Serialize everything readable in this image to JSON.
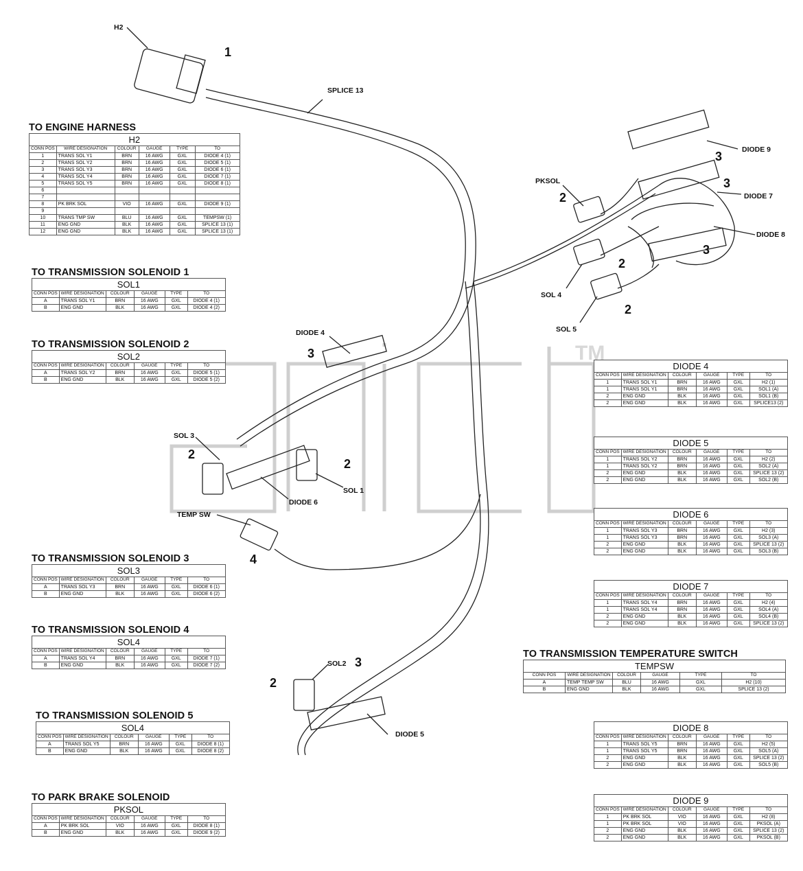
{
  "callouts": {
    "h2": "H2",
    "splice13": "SPLICE 13",
    "diode9": "DIODE 9",
    "diode7": "DIODE 7",
    "diode8": "DIODE 8",
    "pksol": "PKSOL",
    "sol4": "SOL 4",
    "sol5": "SOL 5",
    "diode4": "DIODE 4",
    "sol3": "SOL 3",
    "sol1": "SOL 1",
    "diode6": "DIODE 6",
    "tempsw": "TEMP SW",
    "sol2": "SOL2",
    "diode5": "DIODE 5"
  },
  "item_numbers": {
    "connector": "1",
    "plug": "2",
    "diode": "3",
    "switch": "4"
  },
  "watermark": "TM",
  "tables": [
    {
      "id": "h2",
      "title": "TO ENGINE HARNESS",
      "caption": "H2",
      "header": [
        "CONN POS",
        "WIRE DESIGNATION",
        "COLOUR",
        "GAUGE",
        "TYPE",
        "TO"
      ],
      "rows": [
        [
          "1",
          "TRANS SOL Y1",
          "BRN",
          "16 AWG",
          "GXL",
          "DIODE 4 (1)"
        ],
        [
          "2",
          "TRANS SOL Y2",
          "BRN",
          "16 AWG",
          "GXL",
          "DIODE 5 (1)"
        ],
        [
          "3",
          "TRANS SOL Y3",
          "BRN",
          "16 AWG",
          "GXL",
          "DIODE 6 (1)"
        ],
        [
          "4",
          "TRANS SOL Y4",
          "BRN",
          "16 AWG",
          "GXL",
          "DIODE 7 (1)"
        ],
        [
          "5",
          "TRANS SOL Y5",
          "BRN",
          "16 AWG",
          "GXL",
          "DIODE 8 (1)"
        ],
        [
          "6",
          "",
          "",
          "",
          "",
          ""
        ],
        [
          "7",
          "",
          "",
          "",
          "",
          ""
        ],
        [
          "8",
          "PK BRK SOL",
          "VIO",
          "16 AWG",
          "GXL",
          "DIODE 9 (1)"
        ],
        [
          "9",
          "",
          "",
          "",
          "",
          ""
        ],
        [
          "10",
          "TRANS TMP SW",
          "BLU",
          "16 AWG",
          "GXL",
          "TEMPSW (1)"
        ],
        [
          "11",
          "ENG GND",
          "BLK",
          "16 AWG",
          "GXL",
          "SPLICE 13 (1)"
        ],
        [
          "12",
          "ENG GND",
          "BLK",
          "16 AWG",
          "GXL",
          "SPLICE 13 (1)"
        ]
      ]
    },
    {
      "id": "sol1",
      "title": "TO TRANSMISSION SOLENOID 1",
      "caption": "SOL1",
      "header": [
        "CONN POS",
        "WIRE DESIGNATION",
        "COLOUR",
        "GAUGE",
        "TYPE",
        "TO"
      ],
      "rows": [
        [
          "A",
          "TRANS SOL Y1",
          "BRN",
          "16 AWG",
          "GXL",
          "DIODE 4 (1)"
        ],
        [
          "B",
          "ENG GND",
          "BLK",
          "16 AWG",
          "GXL",
          "DIODE 4 (2)"
        ]
      ]
    },
    {
      "id": "sol2",
      "title": "TO TRANSMISSION SOLENOID 2",
      "caption": "SOL2",
      "header": [
        "CONN POS",
        "WIRE DESIGNATION",
        "COLOUR",
        "GAUGE",
        "TYPE",
        "TO"
      ],
      "rows": [
        [
          "A",
          "TRANS SOL Y2",
          "BRN",
          "16 AWG",
          "GXL",
          "DIODE 5 (1)"
        ],
        [
          "B",
          "ENG GND",
          "BLK",
          "16 AWG",
          "GXL",
          "DIODE 5 (2)"
        ]
      ]
    },
    {
      "id": "sol3",
      "title": "TO TRANSMISSION SOLENOID 3",
      "caption": "SOL3",
      "header": [
        "CONN POS",
        "WIRE DESIGNATION",
        "COLOUR",
        "GAUGE",
        "TYPE",
        "TO"
      ],
      "rows": [
        [
          "A",
          "TRANS SOL Y3",
          "BRN",
          "16 AWG",
          "GXL",
          "DIODE 6 (1)"
        ],
        [
          "B",
          "ENG GND",
          "BLK",
          "16 AWG",
          "GXL",
          "DIODE 6 (2)"
        ]
      ]
    },
    {
      "id": "sol4",
      "title": "TO TRANSMISSION SOLENOID 4",
      "caption": "SOL4",
      "header": [
        "CONN POS",
        "WIRE DESIGNATION",
        "COLOUR",
        "GAUGE",
        "TYPE",
        "TO"
      ],
      "rows": [
        [
          "A",
          "TRANS SOL Y4",
          "BRN",
          "16 AWG",
          "GXL",
          "DIODE 7 (1)"
        ],
        [
          "B",
          "ENG GND",
          "BLK",
          "16 AWG",
          "GXL",
          "DIODE 7 (2)"
        ]
      ]
    },
    {
      "id": "sol5",
      "title": "TO TRANSMISSION SOLENOID 5",
      "caption": "SOL4",
      "header": [
        "CONN POS",
        "WIRE DESIGNATION",
        "COLOUR",
        "GAUGE",
        "TYPE",
        "TO"
      ],
      "rows": [
        [
          "A",
          "TRANS SOL Y5",
          "BRN",
          "16 AWG",
          "GXL",
          "DIODE 8 (1)"
        ],
        [
          "B",
          "ENG GND",
          "BLK",
          "16 AWG",
          "GXL",
          "DIODE 8 (2)"
        ]
      ]
    },
    {
      "id": "pksol",
      "title": "TO PARK BRAKE SOLENOID",
      "caption": "PKSOL",
      "header": [
        "CONN POS",
        "WIRE DESIGNATION",
        "COLOUR",
        "GAUGE",
        "TYPE",
        "TO"
      ],
      "rows": [
        [
          "A",
          "PK BRK SOL",
          "VIO",
          "16 AWG",
          "GXL",
          "DIODE 8 (1)"
        ],
        [
          "B",
          "ENG GND",
          "BLK",
          "16 AWG",
          "GXL",
          "DIODE 9 (2)"
        ]
      ]
    },
    {
      "id": "tempsw",
      "title": "TO TRANSMISSION TEMPERATURE SWITCH",
      "caption": "TEMPSW",
      "header": [
        "CONN POS",
        "WIRE DESIGNATION",
        "COLOUR",
        "GAUGE",
        "TYPE",
        "TO"
      ],
      "rows": [
        [
          "A",
          "TEMP TEMP SW",
          "BLU",
          "16 AWG",
          "GXL",
          "H2 (10)"
        ],
        [
          "B",
          "ENG GND",
          "BLK",
          "16 AWG",
          "GXL",
          "SPLICE 13 (2)"
        ]
      ]
    },
    {
      "id": "d4",
      "title": "",
      "caption": "DIODE 4",
      "header": [
        "CONN POS",
        "WIRE DESIGNATION",
        "COLOUR",
        "GAUGE",
        "TYPE",
        "TO"
      ],
      "rows": [
        [
          "1",
          "TRANS SOL Y1",
          "BRN",
          "16 AWG",
          "GXL",
          "H2 (1)"
        ],
        [
          "1",
          "TRANS SOL Y1",
          "BRN",
          "16 AWG",
          "GXL",
          "SOL1 (A)"
        ],
        [
          "2",
          "ENG GND",
          "BLK",
          "16 AWG",
          "GXL",
          "SOL1 (B)"
        ],
        [
          "2",
          "ENG GND",
          "BLK",
          "16 AWG",
          "GXL",
          "SPLICE13 (2)"
        ]
      ]
    },
    {
      "id": "d5",
      "title": "",
      "caption": "DIODE 5",
      "header": [
        "CONN POS",
        "WIRE DESIGNATION",
        "COLOUR",
        "GAUGE",
        "TYPE",
        "TO"
      ],
      "rows": [
        [
          "1",
          "TRANS SOL Y2",
          "BRN",
          "16 AWG",
          "GXL",
          "H2 (2)"
        ],
        [
          "1",
          "TRANS SOL Y2",
          "BRN",
          "16 AWG",
          "GXL",
          "SOL2 (A)"
        ],
        [
          "2",
          "ENG GND",
          "BLK",
          "16 AWG",
          "GXL",
          "SPLICE 13 (2)"
        ],
        [
          "2",
          "ENG GND",
          "BLK",
          "16 AWG",
          "GXL",
          "SOL2 (B)"
        ]
      ]
    },
    {
      "id": "d6",
      "title": "",
      "caption": "DIODE 6",
      "header": [
        "CONN POS",
        "WIRE DESIGNATION",
        "COLOUR",
        "GAUGE",
        "TYPE",
        "TO"
      ],
      "rows": [
        [
          "1",
          "TRANS SOL Y3",
          "BRN",
          "16 AWG",
          "GXL",
          "H2 (3)"
        ],
        [
          "1",
          "TRANS SOL Y3",
          "BRN",
          "16 AWG",
          "GXL",
          "SOL3 (A)"
        ],
        [
          "2",
          "ENG GND",
          "BLK",
          "16 AWG",
          "GXL",
          "SPLICE 13 (2)"
        ],
        [
          "2",
          "ENG GND",
          "BLK",
          "16 AWG",
          "GXL",
          "SOL3 (B)"
        ]
      ]
    },
    {
      "id": "d7",
      "title": "",
      "caption": "DIODE 7",
      "header": [
        "CONN POS",
        "WIRE DESIGNATION",
        "COLOUR",
        "GAUGE",
        "TYPE",
        "TO"
      ],
      "rows": [
        [
          "1",
          "TRANS SOL Y4",
          "BRN",
          "16 AWG",
          "GXL",
          "H2 (4)"
        ],
        [
          "1",
          "TRANS SOL Y4",
          "BRN",
          "16 AWG",
          "GXL",
          "SOL4 (A)"
        ],
        [
          "2",
          "ENG GND",
          "BLK",
          "16 AWG",
          "GXL",
          "SOL4 (B)"
        ],
        [
          "2",
          "ENG GND",
          "BLK",
          "16 AWG",
          "GXL",
          "SPLICE 13 (2)"
        ]
      ]
    },
    {
      "id": "d8",
      "title": "",
      "caption": "DIODE 8",
      "header": [
        "CONN POS",
        "WIRE DESIGNATION",
        "COLOUR",
        "GAUGE",
        "TYPE",
        "TO"
      ],
      "rows": [
        [
          "1",
          "TRANS SOL Y5",
          "BRN",
          "16 AWG",
          "GXL",
          "H2 (5)"
        ],
        [
          "1",
          "TRANS SOL Y5",
          "BRN",
          "16 AWG",
          "GXL",
          "SOL5 (A)"
        ],
        [
          "2",
          "ENG GND",
          "BLK",
          "16 AWG",
          "GXL",
          "SPLICE 13 (2)"
        ],
        [
          "2",
          "ENG GND",
          "BLK",
          "16 AWG",
          "GXL",
          "SOL5 (B)"
        ]
      ]
    },
    {
      "id": "d9",
      "title": "",
      "caption": "DIODE 9",
      "header": [
        "CONN POS",
        "WIRE DESIGNATION",
        "COLOUR",
        "GAUGE",
        "TYPE",
        "TO"
      ],
      "rows": [
        [
          "1",
          "PK BRK SOL",
          "VIO",
          "16 AWG",
          "GXL",
          "H2 (8)"
        ],
        [
          "1",
          "PK BRK SOL",
          "VIO",
          "16 AWG",
          "GXL",
          "PKSOL (A)"
        ],
        [
          "2",
          "ENG GND",
          "BLK",
          "16 AWG",
          "GXL",
          "SPLICE 13 (2)"
        ],
        [
          "2",
          "ENG GND",
          "BLK",
          "16 AWG",
          "GXL",
          "PKSOL (B)"
        ]
      ]
    }
  ]
}
